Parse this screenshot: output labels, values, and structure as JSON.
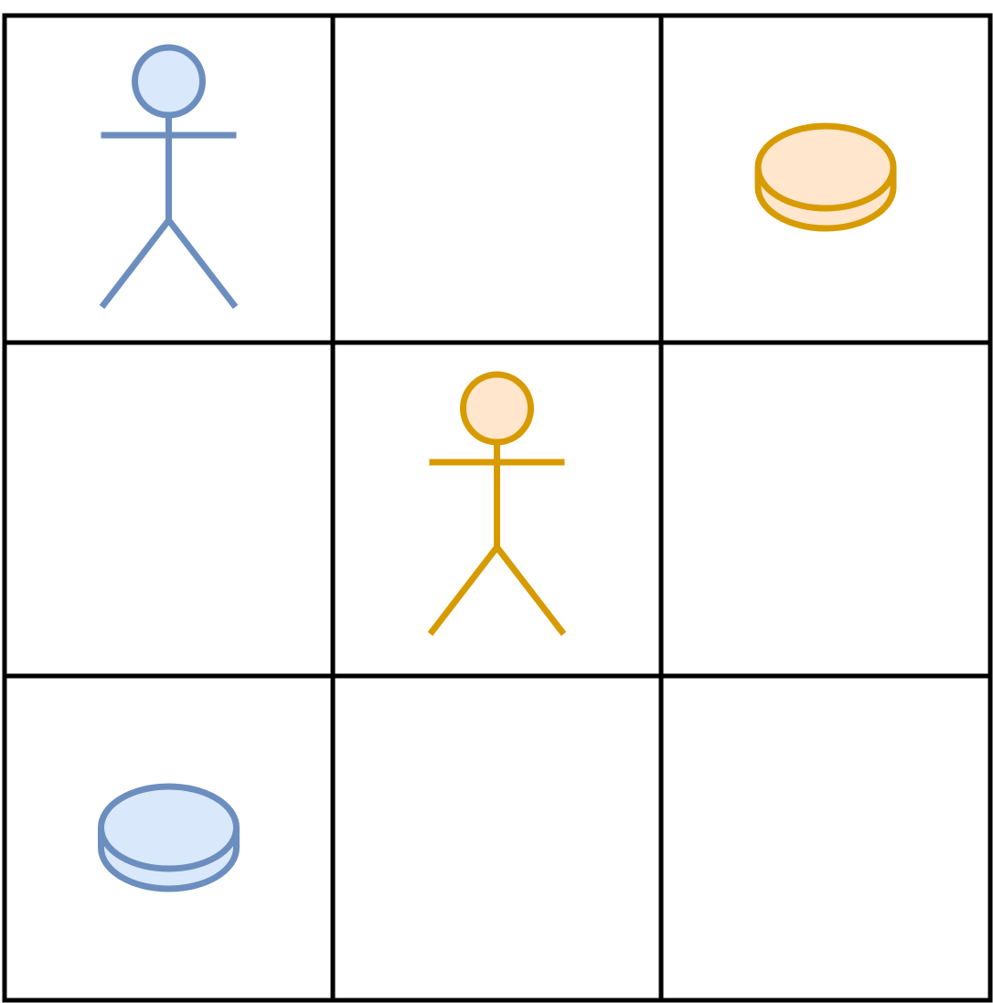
{
  "board": {
    "rows": 3,
    "cols": 3,
    "grid_color": "#000000",
    "cells": [
      [
        {
          "piece": "player",
          "team": "blue"
        },
        {
          "piece": null,
          "team": null
        },
        {
          "piece": "token",
          "team": "orange"
        }
      ],
      [
        {
          "piece": null,
          "team": null
        },
        {
          "piece": "player",
          "team": "orange"
        },
        {
          "piece": null,
          "team": null
        }
      ],
      [
        {
          "piece": "token",
          "team": "blue"
        },
        {
          "piece": null,
          "team": null
        },
        {
          "piece": null,
          "team": null
        }
      ]
    ]
  },
  "teams": {
    "blue": {
      "stroke": "#6c8ebf",
      "fill": "#dae8fc"
    },
    "orange": {
      "stroke": "#d79b00",
      "fill": "#ffe6cc"
    }
  }
}
